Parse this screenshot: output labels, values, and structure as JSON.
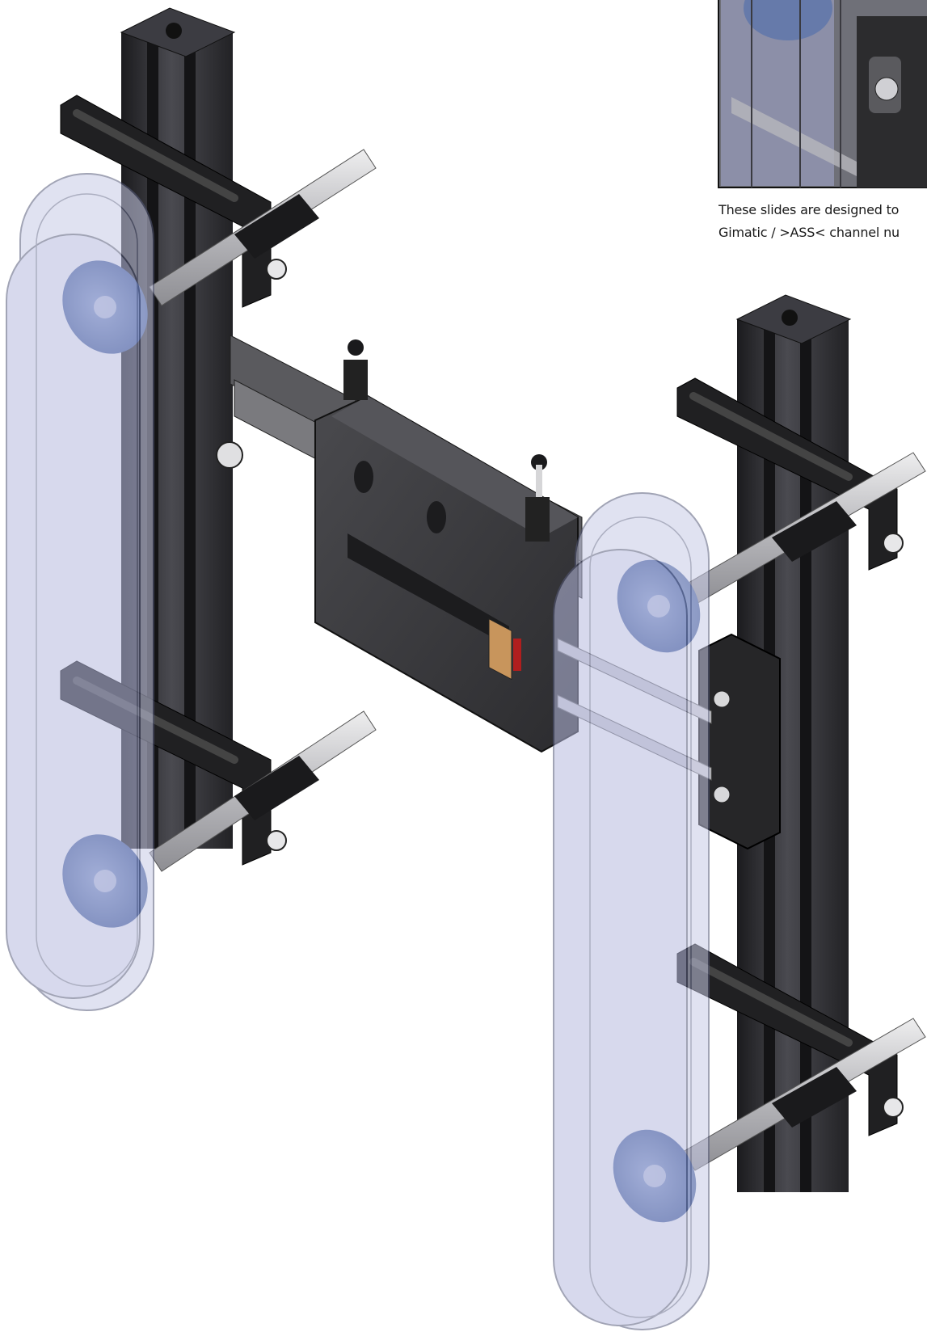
{
  "caption": {
    "line1": "These slides are designed to",
    "line2": "Gimatic / >ASS< channel nu"
  },
  "colors": {
    "aluminum_profile": "#2a2a2e",
    "bracket": "#1e1e20",
    "slide_body": "#3c3c3f",
    "suction_cup": "#5a78b4",
    "transparent_pad": "#c8cbe6",
    "steel_rod": "#c9c9cc",
    "stop_block": "#c8955c",
    "seal_red": "#b01e1e"
  },
  "icons": {
    "aluminum_profile": "t-slot-extrusion",
    "bracket": "slotted-mount-bracket",
    "slide": "pneumatic-slide",
    "suction_cup": "vacuum-suction-cup",
    "pad": "transparent-sheet-guard"
  }
}
